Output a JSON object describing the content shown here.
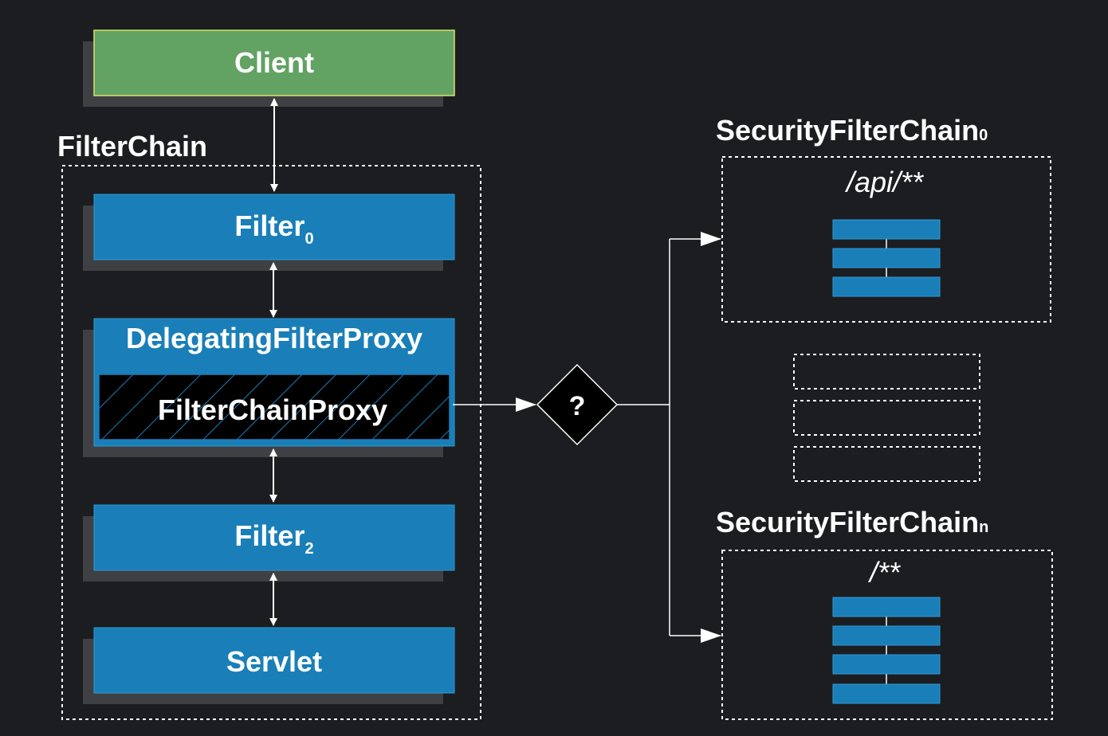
{
  "diagram": {
    "client": "Client",
    "filter_chain_label": "FilterChain",
    "filter0": {
      "name": "Filter",
      "sub": "0"
    },
    "delegating": "DelegatingFilterProxy",
    "filter_chain_proxy": "FilterChainProxy",
    "decision": "?",
    "filter2": {
      "name": "Filter",
      "sub": "2"
    },
    "servlet": "Servlet",
    "sfc0": {
      "name": "SecurityFilterChain",
      "sub": "0",
      "pattern": "/api/**"
    },
    "sfcn": {
      "name": "SecurityFilterChain",
      "sub": "n",
      "pattern": "/**"
    }
  },
  "colors": {
    "background": "#1c1d21",
    "client_fill": "#62a263",
    "client_border": "#d8e36a",
    "filter_fill": "#1a7fb8",
    "shadow": "#3f4043",
    "proxy_fill": "#000000",
    "line": "#ffffff"
  }
}
